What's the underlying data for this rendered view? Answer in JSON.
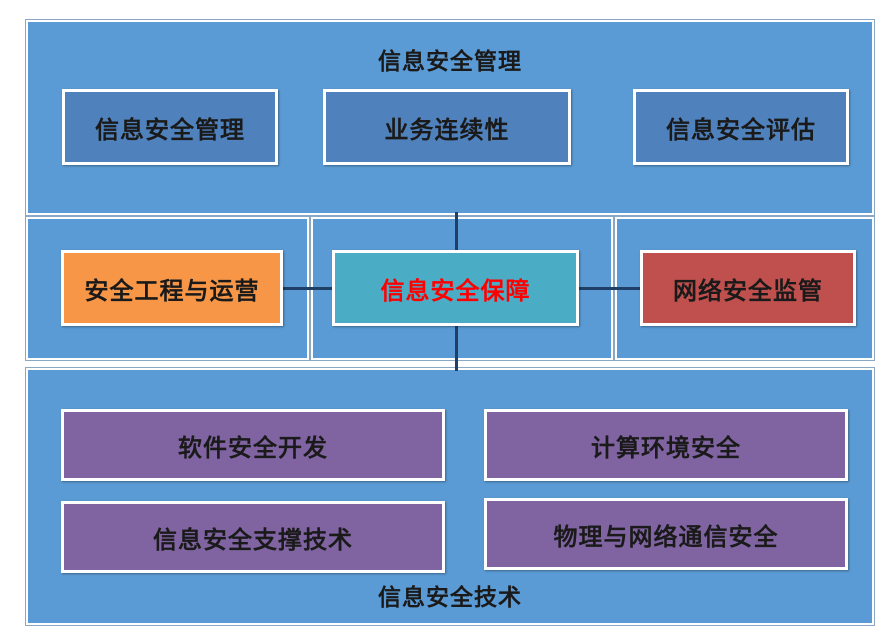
{
  "management": {
    "title": "信息安全管理",
    "items": [
      "信息安全管理",
      "业务连续性",
      "信息安全评估"
    ]
  },
  "middle": {
    "left": "安全工程与运营",
    "center": "信息安全保障",
    "right": "网络安全监管"
  },
  "technology": {
    "title": "信息安全技术",
    "items": [
      "软件安全开发",
      "计算环境安全",
      "信息安全支撑技术",
      "物理与网络通信安全"
    ]
  },
  "colors": {
    "panel": "#5b9bd5",
    "management_box": "#4f81bd",
    "operations_box": "#f79646",
    "assurance_box": "#4bacc6",
    "assurance_text": "#ff0000",
    "supervision_box": "#c0504d",
    "technology_box": "#8064a2"
  }
}
